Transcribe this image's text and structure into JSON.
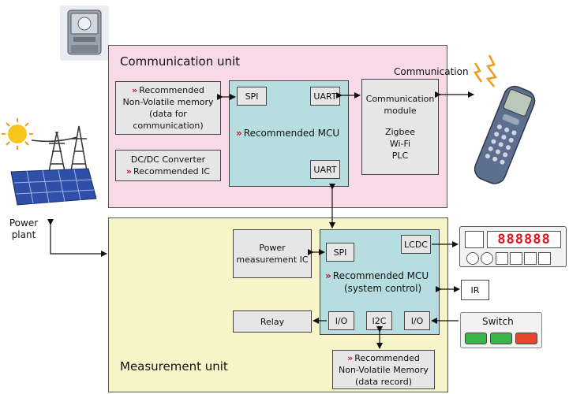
{
  "communication_unit": {
    "title": "Communication unit",
    "nvm": {
      "prefix": "»",
      "line1": "Recommended",
      "line2": "Non-Volatile memory",
      "line3": "(data for",
      "line4": "communication)"
    },
    "dcdc": {
      "line1": "DC/DC Converter",
      "prefix": "»",
      "line2": "Recommended IC"
    },
    "mcu": {
      "prefix": "»",
      "label": "Recommended MCU",
      "ports": {
        "spi": "SPI",
        "uart_top": "UART",
        "uart_bottom": "UART"
      }
    },
    "comm_module": {
      "line1": "Communication",
      "line2": "module",
      "line3": "Zigbee",
      "line4": "Wi-Fi",
      "line5": "PLC"
    },
    "communication_label": "Communication"
  },
  "measurement_unit": {
    "title": "Measurement unit",
    "power_ic": {
      "line1": "Power",
      "line2": "measurement IC"
    },
    "relay": "Relay",
    "mcu": {
      "prefix": "»",
      "line1": "Recommended MCU",
      "line2": "(system control)",
      "ports": {
        "spi": "SPI",
        "lcdc": "LCDC",
        "io_left": "I/O",
        "i2c": "I2C",
        "io_right": "I/O"
      }
    },
    "ir": "IR",
    "nvm": {
      "prefix": "»",
      "line1": "Recommended",
      "line2": "Non-Volatile Memory",
      "line3": "(data record)"
    },
    "switch_label": "Switch",
    "display_digits": "888888"
  },
  "power_plant": {
    "line1": "Power",
    "line2": "plant"
  },
  "colors": {
    "comm_bg": "#f7d9e7",
    "meas_bg": "#f6f4c8",
    "mcu_bg": "#b6dde0",
    "accent_red": "#c8102e",
    "display_red": "#e8101c"
  },
  "icons": [
    "electric-meter-icon",
    "handheld-terminal-icon",
    "power-plant-icon",
    "lightning-icon",
    "lcd-display-icon"
  ]
}
